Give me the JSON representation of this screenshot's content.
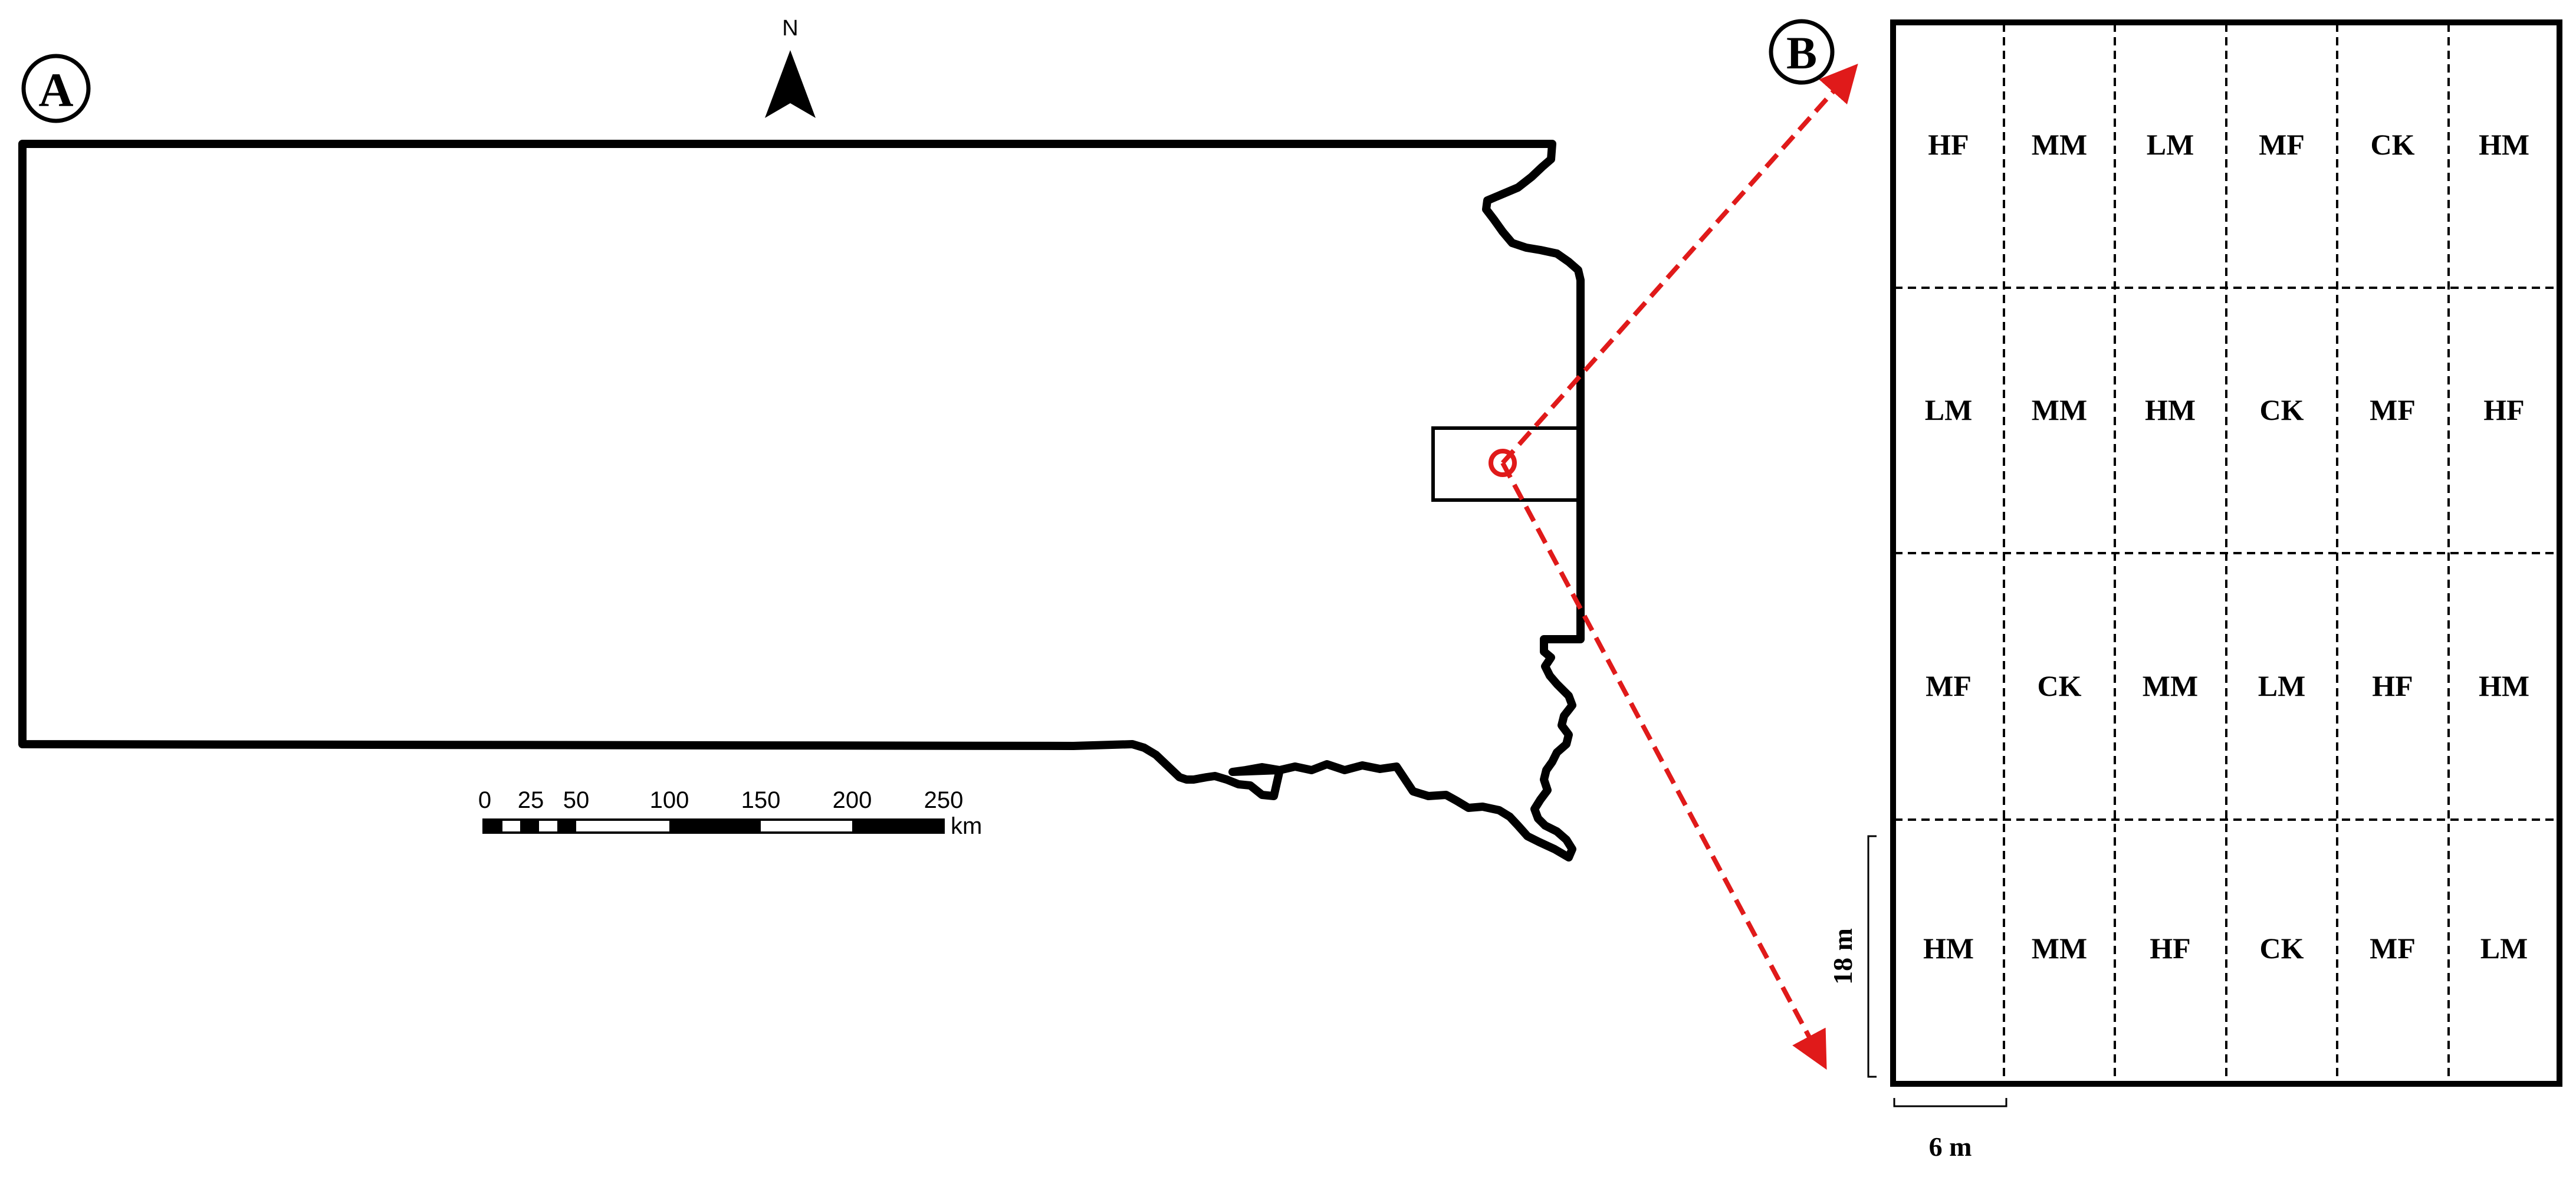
{
  "panel_a": {
    "label": "A",
    "north_label": "N",
    "scale_bar": {
      "tick_labels": [
        "0",
        "25",
        "50",
        "100",
        "150",
        "200",
        "250"
      ],
      "unit": "km"
    }
  },
  "panel_b": {
    "label": "B",
    "grid": [
      [
        "HF",
        "MM",
        "LM",
        "MF",
        "CK",
        "HM"
      ],
      [
        "LM",
        "MM",
        "HM",
        "CK",
        "MF",
        "HF"
      ],
      [
        "MF",
        "CK",
        "MM",
        "LM",
        "HF",
        "HM"
      ],
      [
        "HM",
        "MM",
        "HF",
        "CK",
        "MF",
        "LM"
      ]
    ],
    "plot_height_label": "18 m",
    "plot_width_label": "6 m"
  },
  "colors": {
    "outline": "#000000",
    "callout": "#e01a1a"
  }
}
